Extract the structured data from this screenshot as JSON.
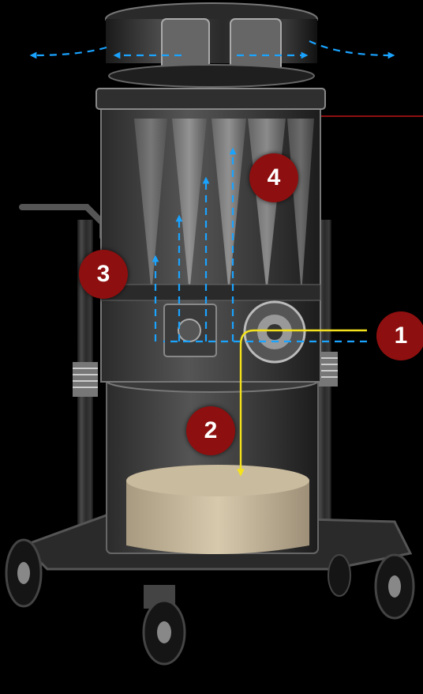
{
  "badges": [
    {
      "label": "1",
      "meaning": "inlet"
    },
    {
      "label": "2",
      "meaning": "collection-bin"
    },
    {
      "label": "3",
      "meaning": "pre-filter-chamber"
    },
    {
      "label": "4",
      "meaning": "cartridge-filter"
    }
  ],
  "colors": {
    "background": "#000000",
    "badge": "#8e0f0f",
    "badge_text": "#ffffff",
    "intake_flow": "#f4e21c",
    "air_flow": "#1aa3ff",
    "accent_line": "#8e0f0f"
  }
}
